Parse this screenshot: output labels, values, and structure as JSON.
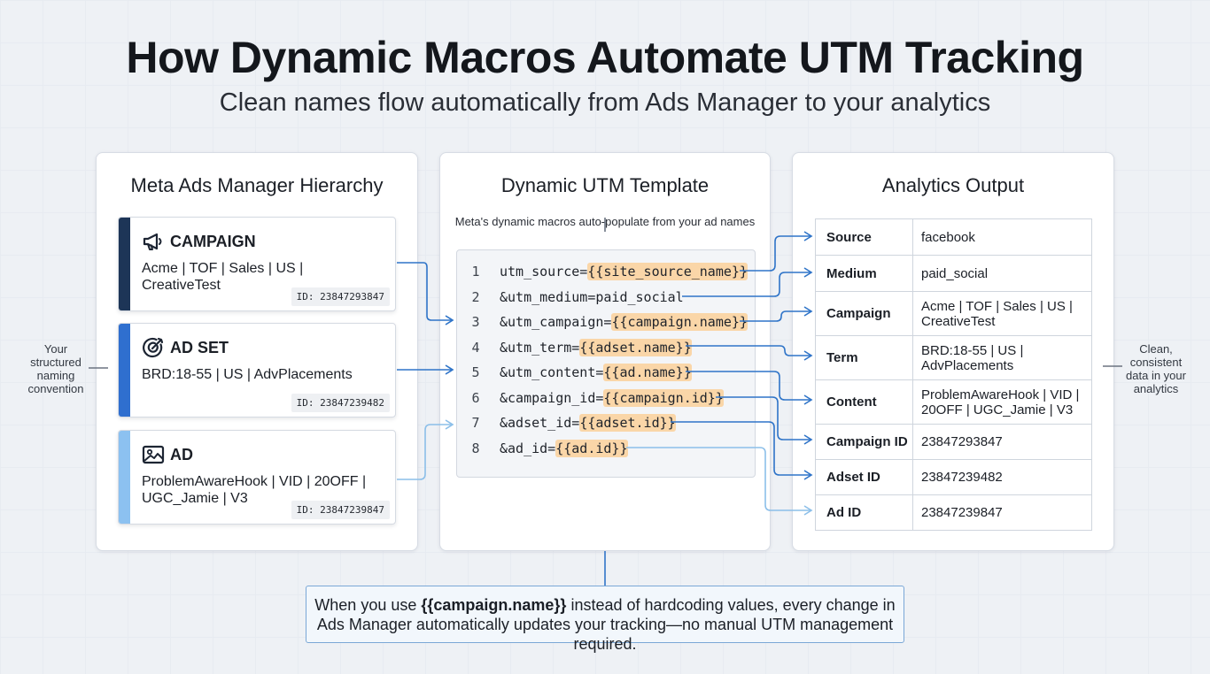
{
  "title": "How Dynamic Macros Automate UTM Tracking",
  "subtitle": "Clean names flow automatically from Ads Manager to your analytics",
  "hierarchy_panel": {
    "title": "Meta Ads Manager Hierarchy",
    "side_note": "Your structured naming convention",
    "levels": [
      {
        "label": "CAMPAIGN",
        "name": "Acme | TOF | Sales | US | CreativeTest",
        "id": "ID: 23847293847",
        "icon": "megaphone-icon",
        "accent_color": "#1d3557"
      },
      {
        "label": "AD SET",
        "name": "BRD:18-55 | US | AdvPlacements",
        "id": "ID: 23847239482",
        "icon": "target-icon",
        "accent_color": "#2f6fcf"
      },
      {
        "label": "AD",
        "name": "ProblemAwareHook | VID | 20OFF | UGC_Jamie | V3",
        "id": "ID: 23847239847",
        "icon": "image-icon",
        "accent_color": "#8cc1f0"
      }
    ]
  },
  "template_panel": {
    "title": "Dynamic UTM Template",
    "note": "Meta's dynamic macros auto-populate from your ad names",
    "lines": [
      {
        "num": "1",
        "prefix": "utm_source=",
        "macro": "{{site_source_name}}"
      },
      {
        "num": "2",
        "prefix": "&utm_medium=paid_social",
        "macro": ""
      },
      {
        "num": "3",
        "prefix": "&utm_campaign=",
        "macro": "{{campaign.name}}"
      },
      {
        "num": "4",
        "prefix": "&utm_term=",
        "macro": "{{adset.name}}"
      },
      {
        "num": "5",
        "prefix": "&utm_content=",
        "macro": "{{ad.name}}"
      },
      {
        "num": "6",
        "prefix": "&campaign_id=",
        "macro": "{{campaign.id}}"
      },
      {
        "num": "7",
        "prefix": "&adset_id=",
        "macro": "{{adset.id}}"
      },
      {
        "num": "8",
        "prefix": "&ad_id=",
        "macro": "{{ad.id}}"
      }
    ],
    "macro_highlight_color": "#fad6a8"
  },
  "output_panel": {
    "title": "Analytics Output",
    "side_note": "Clean, consistent data in your analytics",
    "rows": [
      {
        "key": "Source",
        "value": "facebook"
      },
      {
        "key": "Medium",
        "value": "paid_social"
      },
      {
        "key": "Campaign",
        "value": "Acme | TOF | Sales | US | CreativeTest"
      },
      {
        "key": "Term",
        "value": "BRD:18-55 | US | AdvPlacements"
      },
      {
        "key": "Content",
        "value": "ProblemAwareHook | VID | 20OFF | UGC_Jamie | V3"
      },
      {
        "key": "Campaign ID",
        "value": "23847293847"
      },
      {
        "key": "Adset ID",
        "value": "23847239482"
      },
      {
        "key": "Ad ID",
        "value": "23847239847"
      }
    ]
  },
  "callout": {
    "before": "When you use ",
    "macro": "{{campaign.name}}",
    "after": " instead of hardcoding values, every change in Ads Manager automatically updates your tracking—no manual UTM management required."
  },
  "colors": {
    "connector": "#2f74c8",
    "connector_light": "#8cbfe9",
    "background": "#eef1f5"
  }
}
